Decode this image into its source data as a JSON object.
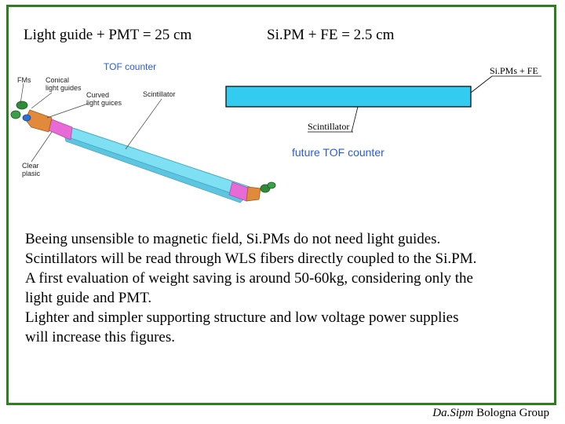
{
  "header": {
    "left": "Light guide + PMT = 25 cm",
    "right": "Si.PM + FE = 2.5 cm"
  },
  "left_figure": {
    "title": "TOF counter",
    "labels": {
      "pmts": "FMs",
      "conical": "Conical\nlight guides",
      "curved": "Curved\nlight guices",
      "scintillator": "Scintillator",
      "clear": "Clear\nplasic"
    }
  },
  "right_figure": {
    "sipm_label": "Si.PMs + FE",
    "scint_label": "Scintillator",
    "caption": "future TOF counter",
    "bar_color": "#33ccf0"
  },
  "body": {
    "lines": [
      "Beeing unsensible to magnetic field, Si.PMs do not need light guides.",
      "Scintillators will be read through WLS fibers directly coupled to the Si.PM.",
      "A first evaluation of weight saving is around 50-60kg, considering only the",
      "light guide and PMT.",
      "Lighter and simpler supporting structure and low voltage power supplies",
      "will increase this figures."
    ]
  },
  "footer": {
    "italic": "Da.Sipm",
    "rest": " Bologna Group"
  },
  "colors": {
    "frame": "#2e7d1f",
    "accent": "#2a5bd7"
  }
}
